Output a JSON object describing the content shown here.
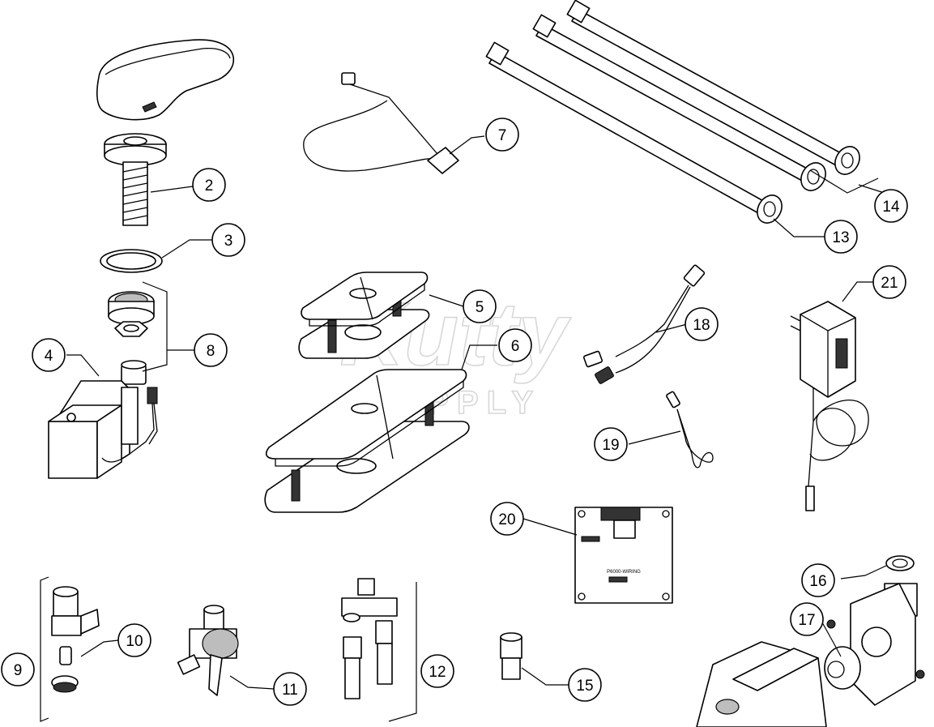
{
  "watermark": {
    "line1": "Kutty",
    "line2": "SUPPLY"
  },
  "callouts": [
    {
      "label": "2"
    },
    {
      "label": "3"
    },
    {
      "label": "4"
    },
    {
      "label": "5"
    },
    {
      "label": "6"
    },
    {
      "label": "7"
    },
    {
      "label": "8"
    },
    {
      "label": "9"
    },
    {
      "label": "10"
    },
    {
      "label": "11"
    },
    {
      "label": "12"
    },
    {
      "label": "13"
    },
    {
      "label": "14"
    },
    {
      "label": "15"
    },
    {
      "label": "16"
    },
    {
      "label": "17"
    },
    {
      "label": "18"
    },
    {
      "label": "19"
    },
    {
      "label": "20"
    },
    {
      "label": "21"
    }
  ],
  "wiring_box": {
    "title": "P6000-WIRING"
  }
}
